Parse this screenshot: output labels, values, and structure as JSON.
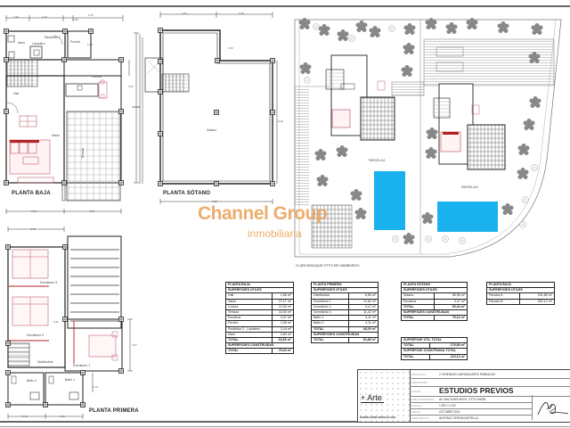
{
  "page": {
    "borders": {
      "line_color": "#666666"
    }
  },
  "plans": {
    "planta_baja": {
      "title": "PLANTA BAJA",
      "rooms": [
        "Aseo",
        "Lavadero",
        "Recibidor 2",
        "Porche",
        "Cocina",
        "Hall",
        "Salón",
        "Terraza"
      ],
      "dims": [
        "1.90",
        "2.10",
        "3.75",
        "1.60",
        "1.92",
        "3.47",
        "10.90",
        "3.75",
        "3.75"
      ]
    },
    "planta_sotano": {
      "title": "PLANTA SÓTANO",
      "rooms": [
        "Sótano"
      ],
      "dims": [
        "3.75",
        "3.75",
        "1.55",
        "10.90",
        "9.20",
        "7.80"
      ]
    },
    "planta_primera": {
      "title": "PLANTA PRIMERA",
      "rooms": [
        "Dormitorio 3",
        "Dormitorio 2",
        "Distribuidor",
        "Dormitorio 1",
        "Baño 2",
        "Baño 1"
      ],
      "dims": [
        "3.75",
        "0.93",
        "3.47",
        "1.70",
        "3.40",
        "3.40"
      ]
    },
    "site": {
      "parcela_a": "PARCELA A",
      "parcela_b": "PARCELA B",
      "street": "C/ ARCHIDUQUE OTTO DE HAMBURGO",
      "pool_color": "#1ab2ee"
    }
  },
  "watermark": {
    "brand": "Channel Group",
    "sub": "inmobiliaria",
    "color": "#e8a055"
  },
  "tables": {
    "planta_baja": {
      "title": "PLANTA BAJA",
      "subtitle": "SUPERFICIES ÚTILES",
      "rows": [
        {
          "label": "Hall",
          "value": "1,66 m²"
        },
        {
          "label": "Salón",
          "value": "27,17 m²"
        },
        {
          "label": "Cocina",
          "value": "12,90 m²"
        },
        {
          "label": "Terraza",
          "value": "10,05 m²"
        },
        {
          "label": "Escalera",
          "value": "3,47 m²"
        },
        {
          "label": "Porche",
          "value": "1,08 m²"
        },
        {
          "label": "Recibidor 2 - Lavadero",
          "value": "3,44 m²"
        },
        {
          "label": "Aseo",
          "value": "2,60 m²"
        }
      ],
      "total_label": "TOTAL",
      "total_value": "63,66 m²",
      "built_title": "SUPERFICIES CONSTRUIDAS",
      "built_total_label": "TOTAL",
      "built_total_value": "75,44 m²"
    },
    "planta_primera": {
      "title": "PLANTA PRIMERA",
      "subtitle": "SUPERFICIES ÚTILES",
      "rows": [
        {
          "label": "Distribuidor",
          "value": "6,56 m²"
        },
        {
          "label": "Dormitorio 1",
          "value": "12,60 m²"
        },
        {
          "label": "Dormitorio 2",
          "value": "9,12 m²"
        },
        {
          "label": "Dormitorio 3",
          "value": "11,42 m²"
        },
        {
          "label": "Baño 1",
          "value": "4,11 m²"
        },
        {
          "label": "Baño 2",
          "value": "4,11 m²"
        }
      ],
      "total_label": "TOTAL",
      "total_value": "48,00 m²",
      "built_title": "SUPERFICIES CONSTRUIDAS",
      "built_total_label": "TOTAL",
      "built_total_value": "60,88 m²"
    },
    "planta_sotano": {
      "title": "PLANTA SÓTANO",
      "subtitle": "SUPERFICIES ÚTILES",
      "rows": [
        {
          "label": "Sótano",
          "value": "65,96 m²"
        },
        {
          "label": "Escalera",
          "value": "3,47 m²"
        }
      ],
      "total_label": "TOTAL",
      "total_value": "69,43 m²",
      "built_title": "SUPERFICIES CONSTRUIDAS",
      "built_total_label": "TOTAL",
      "built_total_value": "79,13 m²"
    },
    "parcelas": {
      "title": "PLANTA BAJA",
      "subtitle": "SUPERFICIES ÚTILES",
      "rows": [
        {
          "label": "Parcela A",
          "value": "511,85 m²"
        },
        {
          "label": "Parcela B",
          "value": "502,12 m²"
        }
      ]
    },
    "totals": {
      "util_title": "SUPERFICIE ÚTIL TOTAL",
      "util_label": "TOTAL",
      "util_value": "179,89 m²",
      "built_title": "SUPERFICIE CONSTRUIDA TOTAL",
      "built_label": "TOTAL",
      "built_value": "215,13 m²"
    }
  },
  "title_block": {
    "logo": "+ Arte",
    "logo_footer": "RAMÓN GÓMEZ MORALES ARQ.",
    "rows": [
      {
        "key": "PROYECTO",
        "value": "2 VIVIENDAS UNIFAMILIARES PAREADAS"
      },
      {
        "key": "PROMOTOR",
        "value": ""
      },
      {
        "key": "PLANO",
        "value": "ESTUDIOS PREVIOS"
      },
      {
        "key": "EMPLAZAMIENTO",
        "value": "AV. MALTA BIS ARCH. OTTO HAMB."
      },
      {
        "key": "ESCALA",
        "value": "1:200 / 1:100"
      },
      {
        "key": "FECHA",
        "value": "OCTUBRE 2024"
      },
      {
        "key": "ARQUITECTO",
        "value": "ANTONIO CERVÁN BOTELLA"
      }
    ]
  }
}
